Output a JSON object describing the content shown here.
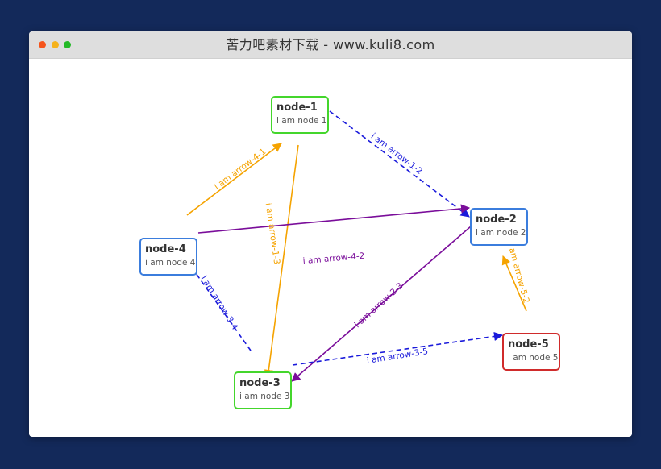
{
  "window": {
    "title": "苦力吧素材下载 - www.kuli8.com"
  },
  "nodes": [
    {
      "id": "node-1",
      "label": "node-1",
      "desc": "i am node 1",
      "border": "#44d62c"
    },
    {
      "id": "node-2",
      "label": "node-2",
      "desc": "i am node 2",
      "border": "#3b7ddd"
    },
    {
      "id": "node-3",
      "label": "node-3",
      "desc": "i am node 3",
      "border": "#44d62c"
    },
    {
      "id": "node-4",
      "label": "node-4",
      "desc": "i am node 4",
      "border": "#3b7ddd"
    },
    {
      "id": "node-5",
      "label": "node-5",
      "desc": "i am node 5",
      "border": "#d02b2b"
    }
  ],
  "edges": [
    {
      "from": "node-1",
      "to": "node-2",
      "label": "i am arrow-1-2",
      "color": "#1a1adb",
      "dashed": true
    },
    {
      "from": "node-4",
      "to": "node-1",
      "label": "i am arrow-4-1",
      "color": "#f5a300",
      "dashed": false
    },
    {
      "from": "node-1",
      "to": "node-3",
      "label": "i am arrow-1-3",
      "color": "#f5a300",
      "dashed": false
    },
    {
      "from": "node-4",
      "to": "node-2",
      "label": "i am arrow-4-2",
      "color": "#7a0d9a",
      "dashed": false
    },
    {
      "from": "node-2",
      "to": "node-3",
      "label": "i am arrow-2-3",
      "color": "#7a0d9a",
      "dashed": false
    },
    {
      "from": "node-5",
      "to": "node-2",
      "label": "i am arrow-5-2",
      "color": "#f5a300",
      "dashed": false
    },
    {
      "from": "node-3",
      "to": "node-4",
      "label": "i am arrow-3-4",
      "color": "#1a1adb",
      "dashed": true
    },
    {
      "from": "node-3",
      "to": "node-5",
      "label": "i am arrow-3-5",
      "color": "#1a1adb",
      "dashed": true
    }
  ]
}
